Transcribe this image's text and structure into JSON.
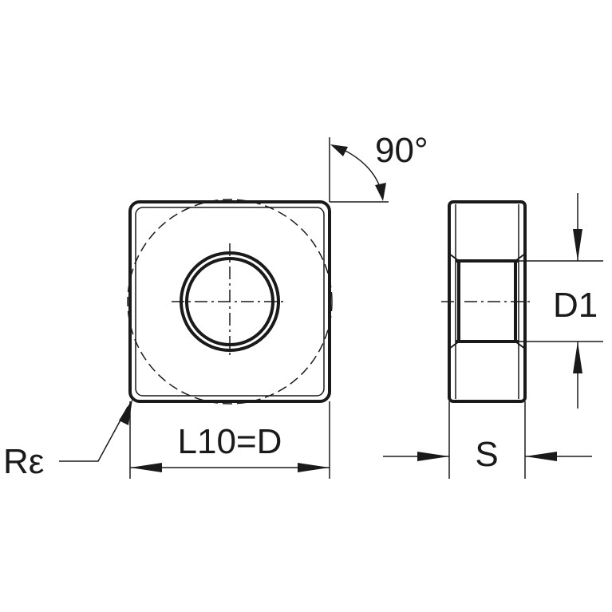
{
  "labels": {
    "angle": "90°",
    "corner_radius": "Rε",
    "length": "L10=D",
    "hole_diameter": "D1",
    "thickness": "S"
  },
  "colors": {
    "line": "#1a1a1a",
    "background": "#ffffff"
  }
}
